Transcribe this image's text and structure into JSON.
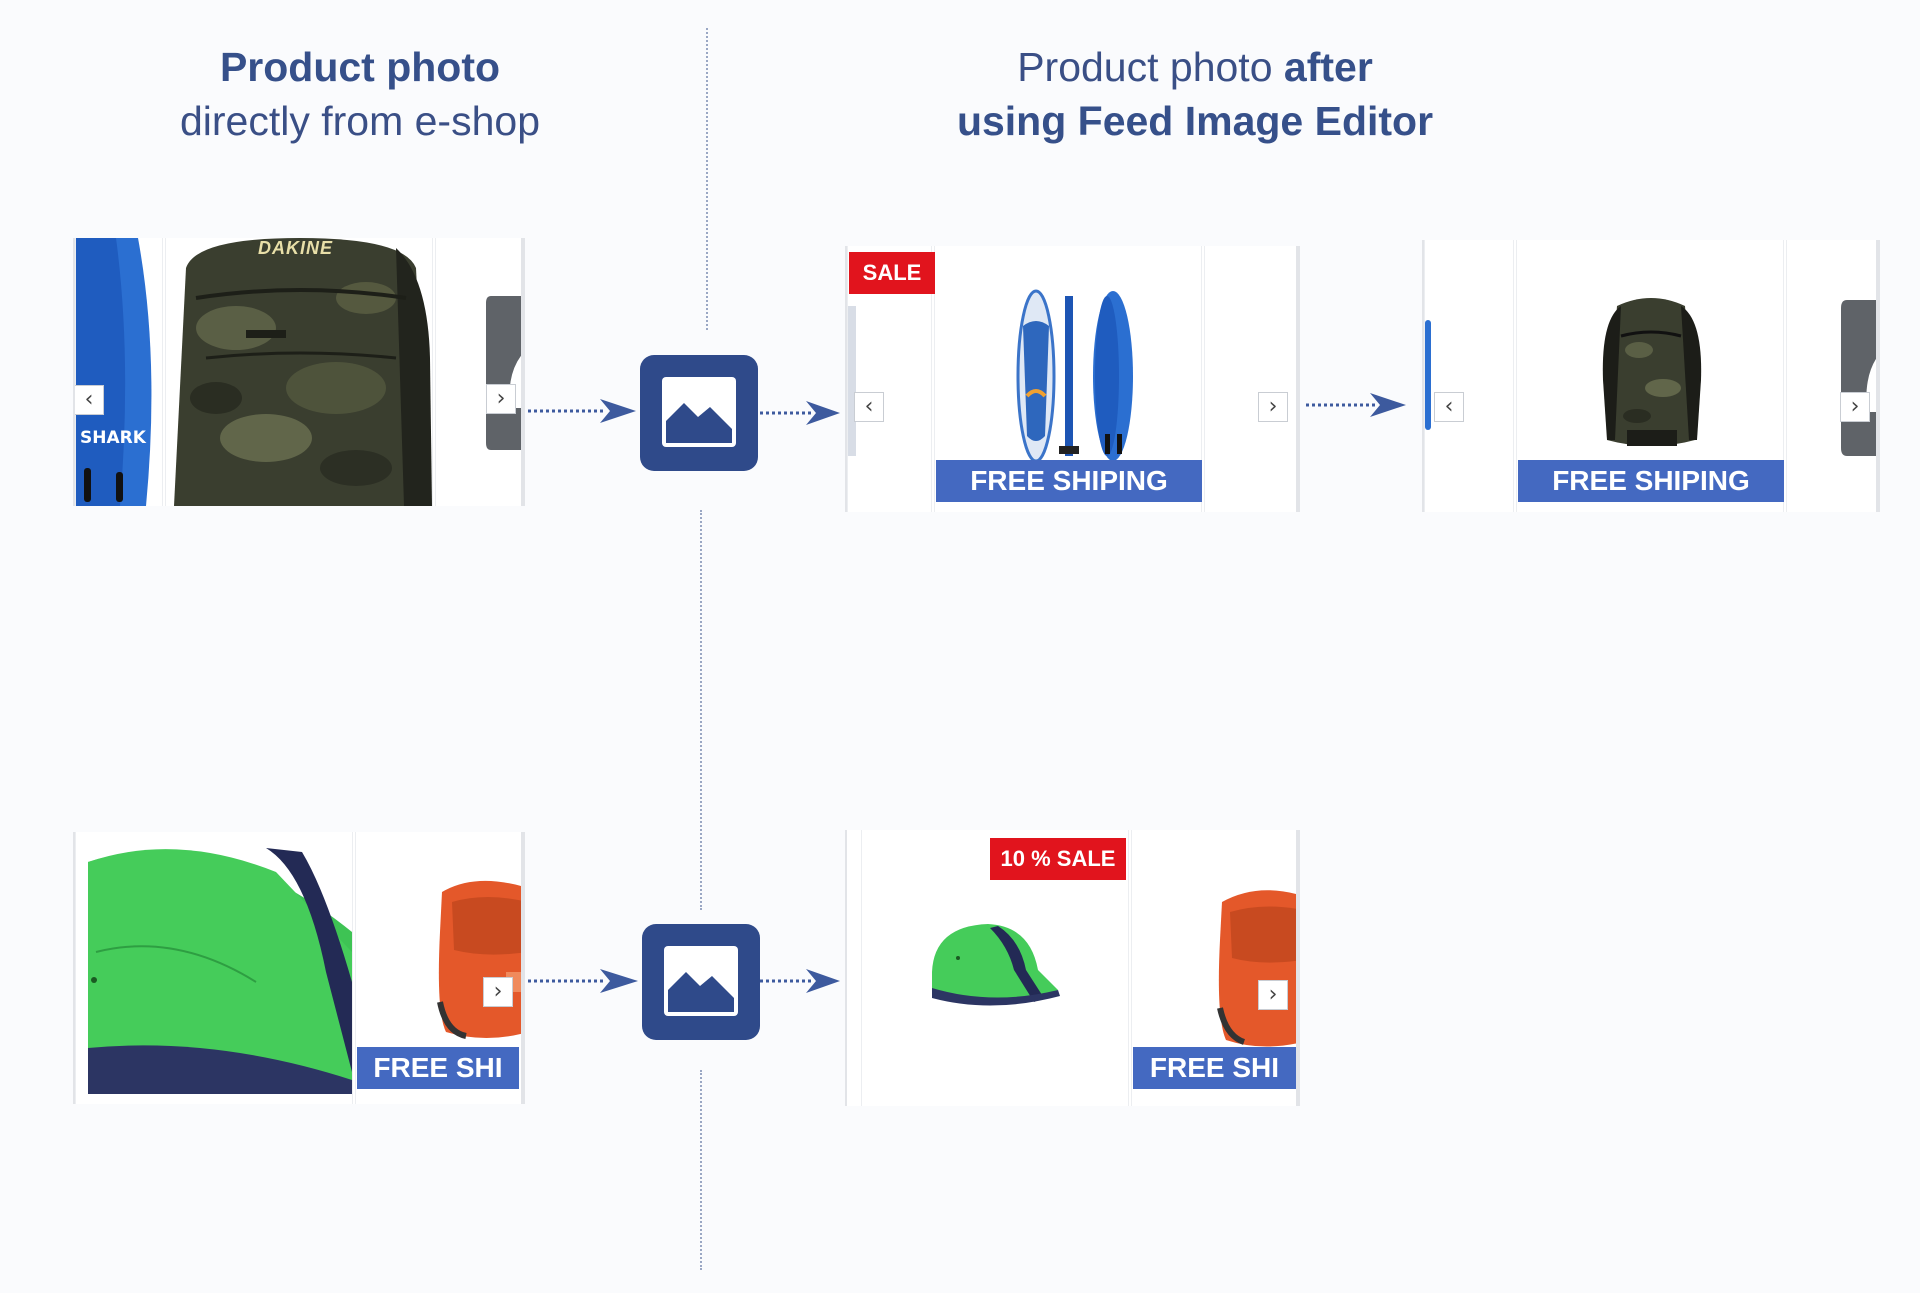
{
  "headings": {
    "left": {
      "bold": "Product photo",
      "normal": "directly from e-shop"
    },
    "right": {
      "normal": "Product photo",
      "bold_after": "after",
      "bold_line2": "using Feed Image Editor"
    }
  },
  "banner": {
    "full": "FREE SHIPING",
    "partial": "FREE SHI"
  },
  "badges": {
    "sale": "SALE",
    "ten_sale": "10 % SALE"
  },
  "labels": {
    "shark": "SHARK",
    "dakine": "DAKINE"
  },
  "icons": {
    "nav_prev": "chevron-left-icon",
    "nav_next": "chevron-right-icon",
    "tool": "image-icon",
    "arrow": "dotted-arrow-icon"
  },
  "colors": {
    "heading_text": "#3a4f86",
    "banner_blue": "#4469c1",
    "sale_red": "#e1141d",
    "tool_icon_bg": "#2f4a8a"
  }
}
